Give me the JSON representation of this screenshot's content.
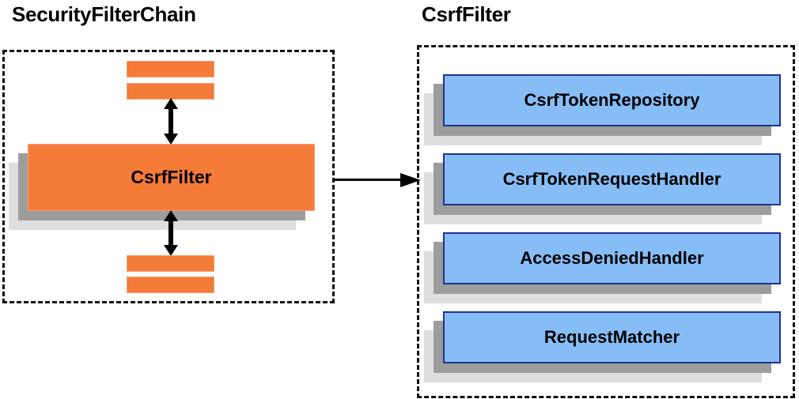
{
  "diagram": {
    "left_panel": {
      "title": "SecurityFilterChain",
      "highlighted_filter": "CsrfFilter",
      "filter_bars_above": 2,
      "filter_bars_below": 2,
      "arrow_up_label": "",
      "arrow_down_label": ""
    },
    "right_panel": {
      "title": "CsrfFilter",
      "collaborators": [
        {
          "label": "CsrfTokenRepository"
        },
        {
          "label": "CsrfTokenRequestHandler"
        },
        {
          "label": "AccessDeniedHandler"
        },
        {
          "label": "RequestMatcher"
        }
      ]
    },
    "connector": {
      "from": "CsrfFilter",
      "to": "CsrfFilter detail panel",
      "label": ""
    },
    "colors": {
      "filter_orange": "#f57b38",
      "filter_orange_border": "#f6a07a",
      "collaborator_blue": "#86bdf7",
      "collaborator_blue_border": "#22328d",
      "shadow_near": "#9d9d9d",
      "shadow_far": "#dedede",
      "panel_border": "#111111",
      "text": "#000000",
      "background": "#ffffff"
    }
  }
}
